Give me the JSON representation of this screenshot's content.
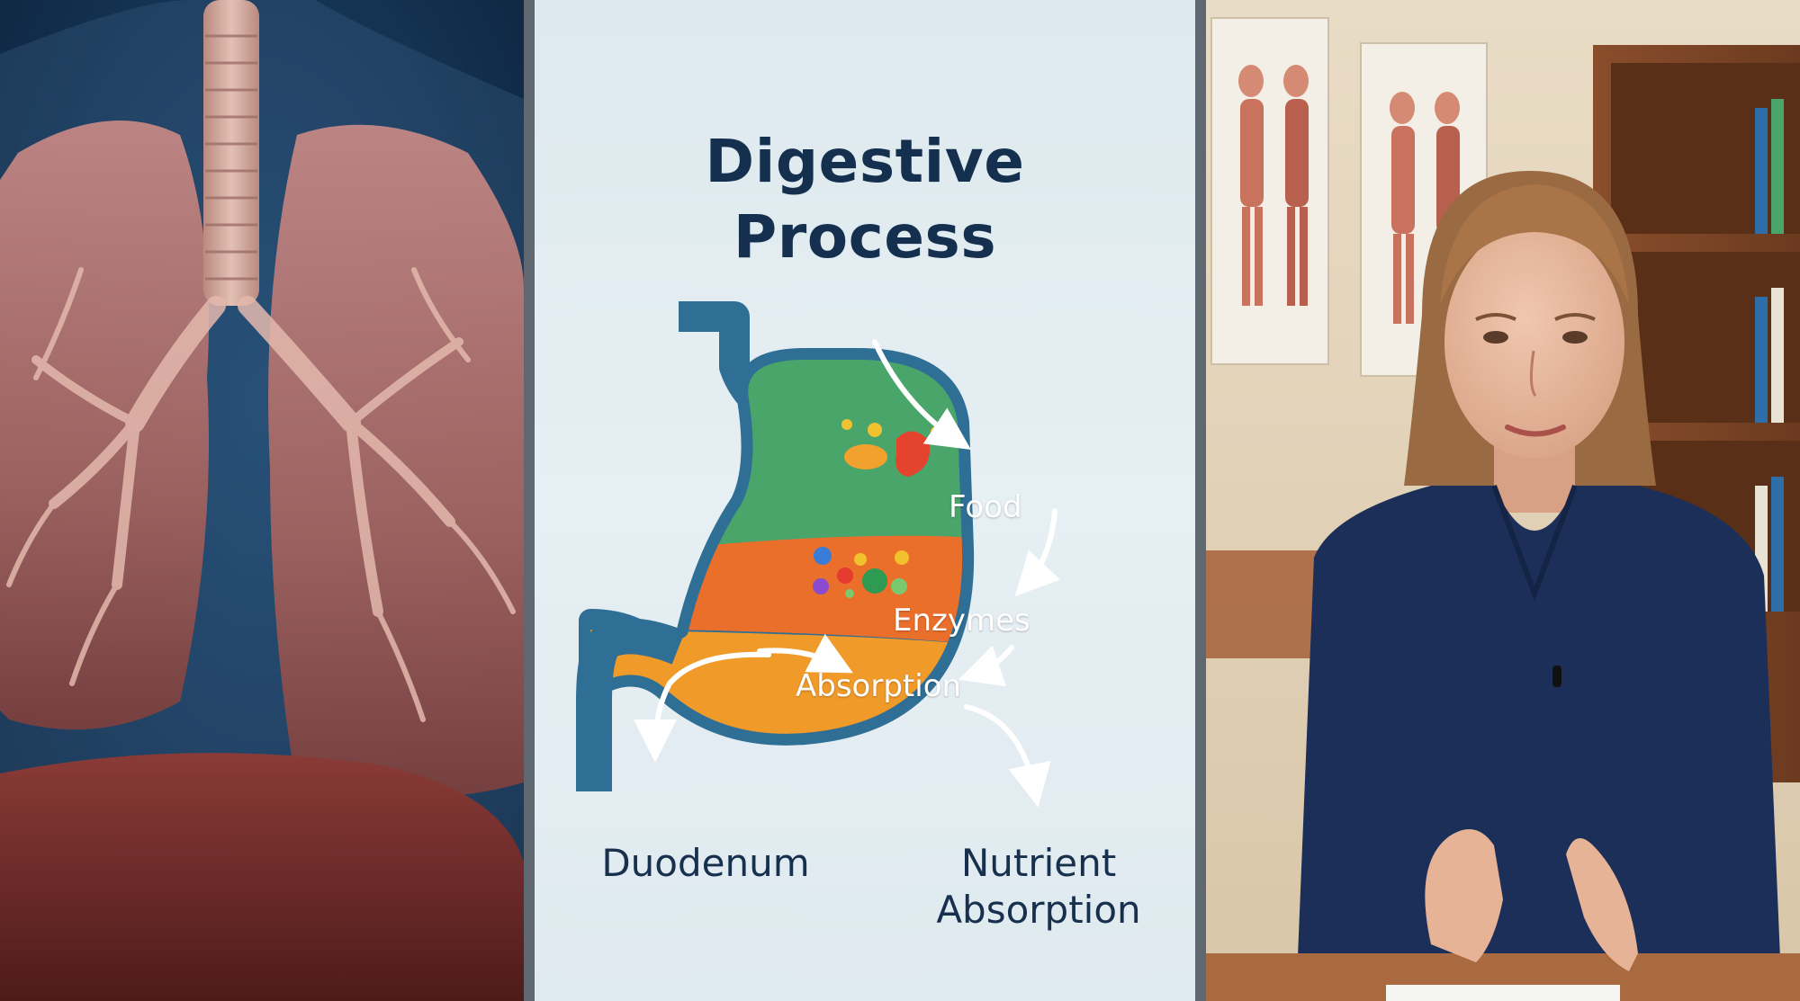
{
  "diagram": {
    "title_line1": "Digestive",
    "title_line2": "Process",
    "stomach_labels": {
      "food": "Food",
      "enzymes": "Enzymes",
      "absorption": "Absorption"
    },
    "outlet_labels": {
      "duodenum": "Duodenum",
      "nutrient_line1": "Nutrient",
      "nutrient_line2": "Absorption"
    }
  },
  "colors": {
    "outline": "#2f6f95",
    "zone_food": "#4aa56a",
    "zone_enzymes": "#ea6f2b",
    "zone_absorption": "#f09a2a",
    "title": "#15304f",
    "scrubs": "#1c2f58"
  }
}
